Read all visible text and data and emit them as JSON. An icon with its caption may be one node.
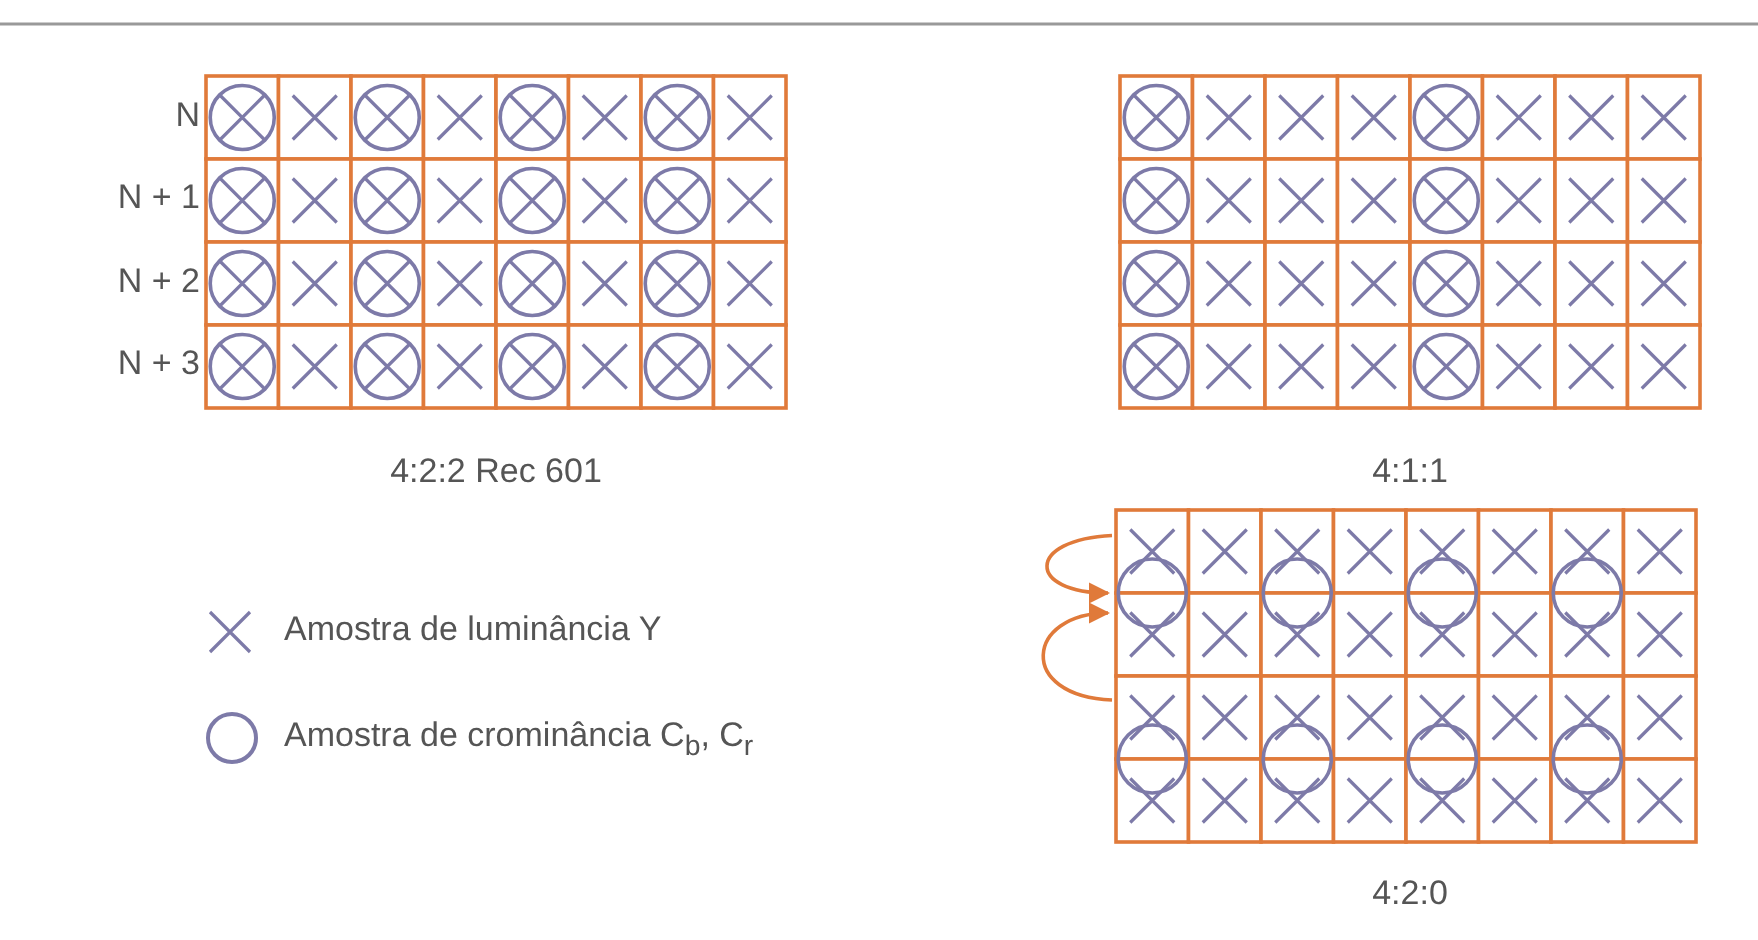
{
  "diagram": {
    "labels": [
      "N",
      "N + 1",
      "N + 2",
      "N + 3",
      "4:2:2 Rec 601",
      "4:1:1",
      "4:2:0"
    ],
    "legend": [
      {
        "text": "Amostra de luminância Y"
      },
      {
        "text": "Amostra de crominância C$_{b}$, C$_{r}$"
      }
    ]
  }
}
